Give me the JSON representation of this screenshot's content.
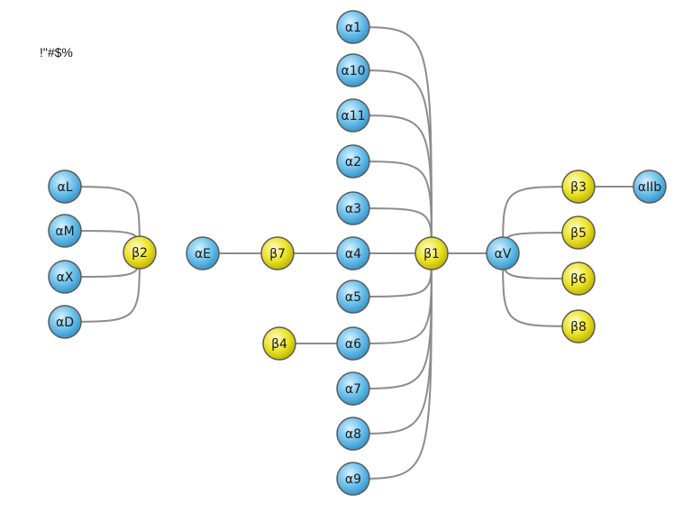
{
  "caption": "!\"#$%",
  "colors": {
    "alpha": "#5ab6e3",
    "beta": "#e6dd1a",
    "edge": "#8c8c8c"
  },
  "nodes": [
    {
      "id": "aL",
      "label": "αL",
      "kind": "alpha"
    },
    {
      "id": "aM",
      "label": "αM",
      "kind": "alpha"
    },
    {
      "id": "aX",
      "label": "αX",
      "kind": "alpha"
    },
    {
      "id": "aD",
      "label": "αD",
      "kind": "alpha"
    },
    {
      "id": "b2",
      "label": "β2",
      "kind": "beta"
    },
    {
      "id": "aE",
      "label": "αE",
      "kind": "alpha"
    },
    {
      "id": "b7",
      "label": "β7",
      "kind": "beta"
    },
    {
      "id": "b4",
      "label": "β4",
      "kind": "beta"
    },
    {
      "id": "a1",
      "label": "α1",
      "kind": "alpha"
    },
    {
      "id": "a10",
      "label": "α10",
      "kind": "alpha"
    },
    {
      "id": "a11",
      "label": "α11",
      "kind": "alpha"
    },
    {
      "id": "a2",
      "label": "α2",
      "kind": "alpha"
    },
    {
      "id": "a3",
      "label": "α3",
      "kind": "alpha"
    },
    {
      "id": "a4",
      "label": "α4",
      "kind": "alpha"
    },
    {
      "id": "a5",
      "label": "α5",
      "kind": "alpha"
    },
    {
      "id": "a6",
      "label": "α6",
      "kind": "alpha"
    },
    {
      "id": "a7",
      "label": "α7",
      "kind": "alpha"
    },
    {
      "id": "a8",
      "label": "α8",
      "kind": "alpha"
    },
    {
      "id": "a9",
      "label": "α9",
      "kind": "alpha"
    },
    {
      "id": "b1",
      "label": "β1",
      "kind": "beta"
    },
    {
      "id": "aV",
      "label": "αV",
      "kind": "alpha"
    },
    {
      "id": "b3",
      "label": "β3",
      "kind": "beta"
    },
    {
      "id": "aIIb",
      "label": "αIIb",
      "kind": "alpha"
    },
    {
      "id": "b5",
      "label": "β5",
      "kind": "beta"
    },
    {
      "id": "b6",
      "label": "β6",
      "kind": "beta"
    },
    {
      "id": "b8",
      "label": "β8",
      "kind": "beta"
    }
  ],
  "edges": [
    [
      "aL",
      "b2"
    ],
    [
      "aM",
      "b2"
    ],
    [
      "aX",
      "b2"
    ],
    [
      "aD",
      "b2"
    ],
    [
      "aE",
      "b7"
    ],
    [
      "b7",
      "a4"
    ],
    [
      "b4",
      "a6"
    ],
    [
      "a1",
      "b1"
    ],
    [
      "a10",
      "b1"
    ],
    [
      "a11",
      "b1"
    ],
    [
      "a2",
      "b1"
    ],
    [
      "a3",
      "b1"
    ],
    [
      "a4",
      "b1"
    ],
    [
      "a5",
      "b1"
    ],
    [
      "a6",
      "b1"
    ],
    [
      "a7",
      "b1"
    ],
    [
      "a8",
      "b1"
    ],
    [
      "a9",
      "b1"
    ],
    [
      "b1",
      "aV"
    ],
    [
      "aV",
      "b3"
    ],
    [
      "aV",
      "b5"
    ],
    [
      "aV",
      "b6"
    ],
    [
      "aV",
      "b8"
    ],
    [
      "b3",
      "aIIb"
    ]
  ]
}
